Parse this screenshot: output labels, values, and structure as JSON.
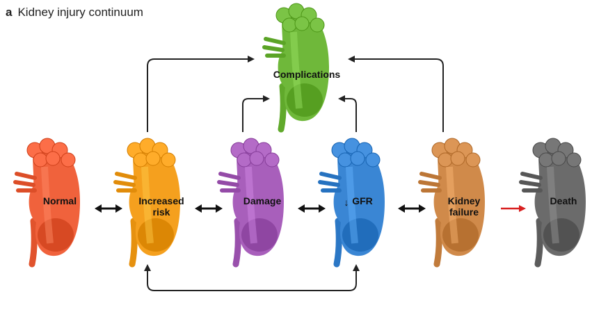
{
  "panel": {
    "letter": "a",
    "title": "Kidney injury continuum"
  },
  "stages": {
    "normal": {
      "label": "Normal",
      "color": "#f0623c"
    },
    "increased_risk": {
      "label_line1": "Increased",
      "label_line2": "risk",
      "color": "#f5a01e"
    },
    "damage": {
      "label": "Damage",
      "color": "#a85fbb"
    },
    "gfr": {
      "arrow": "↓",
      "label": "GFR",
      "color": "#3a86d4"
    },
    "kidney_failure": {
      "label_line1": "Kidney",
      "label_line2": "failure",
      "color": "#d08a4a"
    },
    "death": {
      "label": "Death",
      "color": "#6b6b6b"
    },
    "complications": {
      "label": "Complications",
      "color": "#6fb83a"
    }
  },
  "arrow_colors": {
    "connector": "#222222",
    "to_death": "#d82020"
  }
}
